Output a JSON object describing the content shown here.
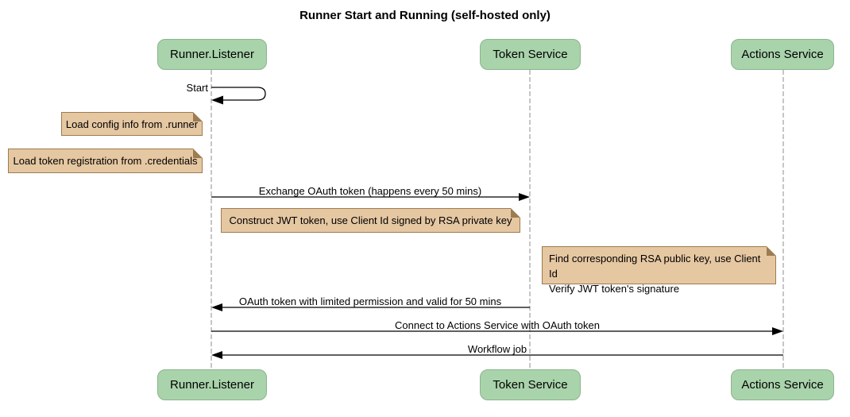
{
  "title": "Runner Start and Running (self-hosted only)",
  "participants": [
    {
      "name": "Runner.Listener"
    },
    {
      "name": "Token Service"
    },
    {
      "name": "Actions Service"
    }
  ],
  "messages": {
    "start": "Start",
    "exchange": "Exchange OAuth token (happens every 50 mins)",
    "oauth_return": "OAuth token with limited permission and valid for 50 mins",
    "connect": "Connect to Actions Service with OAuth token",
    "workflow": "Workflow job"
  },
  "notes": {
    "load_config": "Load config info from .runner",
    "load_token": "Load token registration from .credentials",
    "construct_jwt": "Construct JWT token, use Client Id signed by RSA private key",
    "find_key_line1": "Find corresponding RSA public key, use Client Id",
    "find_key_line2": "Verify JWT token's signature"
  },
  "colors": {
    "actor_fill": "#A9D3AB",
    "actor_border": "#8CB48E",
    "note_fill": "#E5C7A2",
    "note_border": "#9C7C50",
    "lifeline": "#B3B3B3",
    "message": "#000000",
    "background": "#FFFFFF"
  }
}
